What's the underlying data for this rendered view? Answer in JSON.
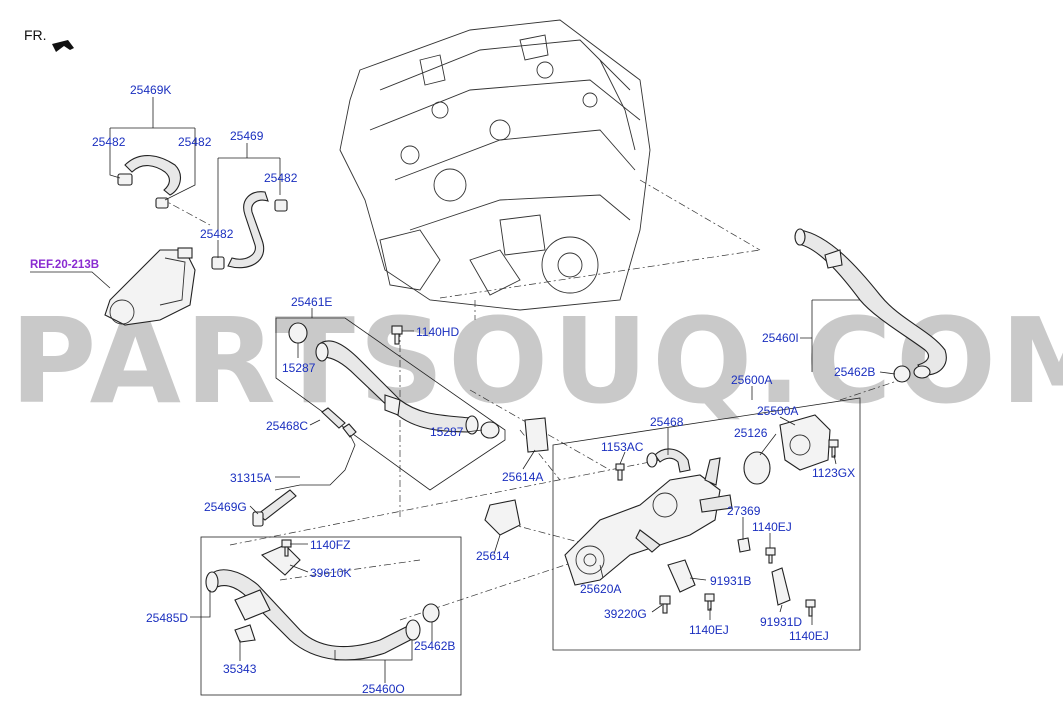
{
  "direction_label": "FR.",
  "watermark": "PARTSOUQ.COM",
  "reference": "REF.20-213B",
  "callouts": {
    "c25469K": "25469K",
    "c25482a": "25482",
    "c25482b": "25482",
    "c25469": "25469",
    "c25482c": "25482",
    "c25482d": "25482",
    "c25461E": "25461E",
    "c1140HD": "1140HD",
    "c15287a": "15287",
    "c15287b": "15287",
    "c25468C": "25468C",
    "c31315A": "31315A",
    "c25469G": "25469G",
    "c1140FZ": "1140FZ",
    "c39610K": "39610K",
    "c25485D": "25485D",
    "c35343": "35343",
    "c25462Ba": "25462B",
    "c25460O": "25460O",
    "c25614A": "25614A",
    "c25614": "25614",
    "c25460I": "25460I",
    "c25462Bb": "25462B",
    "c25600A": "25600A",
    "c25468": "25468",
    "c1153AC": "1153AC",
    "c25500A": "25500A",
    "c25126": "25126",
    "c1123GX": "1123GX",
    "c27369": "27369",
    "c1140EJa": "1140EJ",
    "c25620A": "25620A",
    "c91931B": "91931B",
    "c39220G": "39220G",
    "c1140EJb": "1140EJ",
    "c91931D": "91931D",
    "c1140EJc": "1140EJ"
  }
}
